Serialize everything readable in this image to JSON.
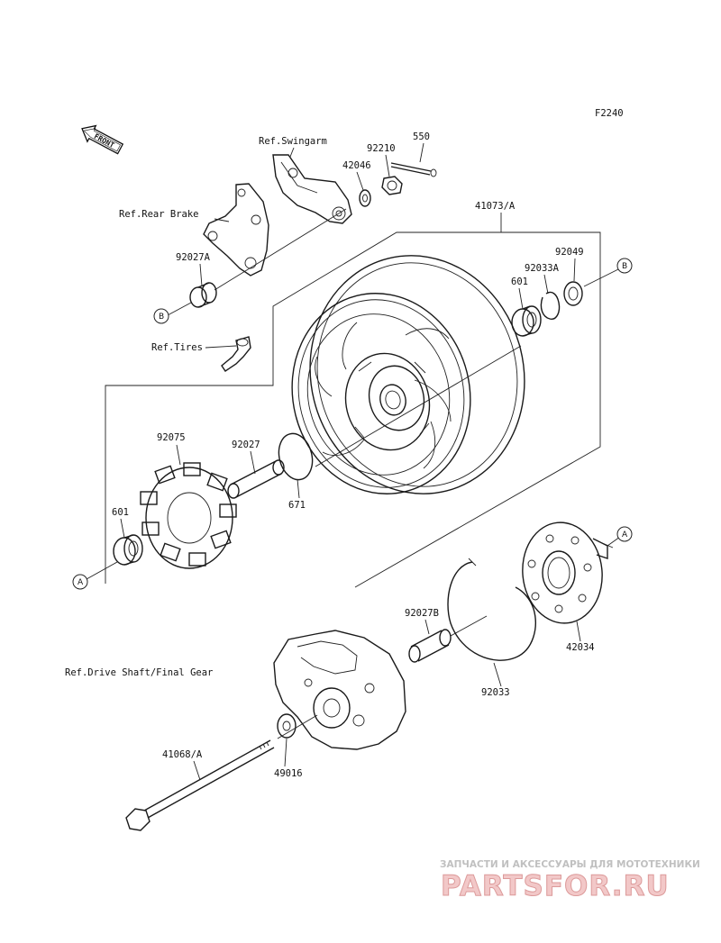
{
  "figure_code": "F2240",
  "front_arrow_label": "FRONT",
  "references": {
    "swingarm": "Ref.Swingarm",
    "rear_brake": "Ref.Rear Brake",
    "tires": "Ref.Tires",
    "drive_shaft": "Ref.Drive Shaft/Final Gear"
  },
  "parts": {
    "p550": "550",
    "p92210": "92210",
    "p42046": "42046",
    "p41073A": "41073/A",
    "p92049": "92049",
    "p92033A": "92033A",
    "p601_top": "601",
    "p92027A": "92027A",
    "p92075": "92075",
    "p92027": "92027",
    "p671": "671",
    "p601_left": "601",
    "p92027B": "92027B",
    "p42034": "42034",
    "p92033": "92033",
    "p41068A": "41068/A",
    "p49016": "49016"
  },
  "callouts": {
    "A": "A",
    "B": "B"
  },
  "watermark": {
    "tagline": "ЗАПЧАСТИ И АКСЕССУАРЫ ДЛЯ МОТОТЕХНИКИ",
    "logo_text": "PARTSFOR.RU"
  }
}
